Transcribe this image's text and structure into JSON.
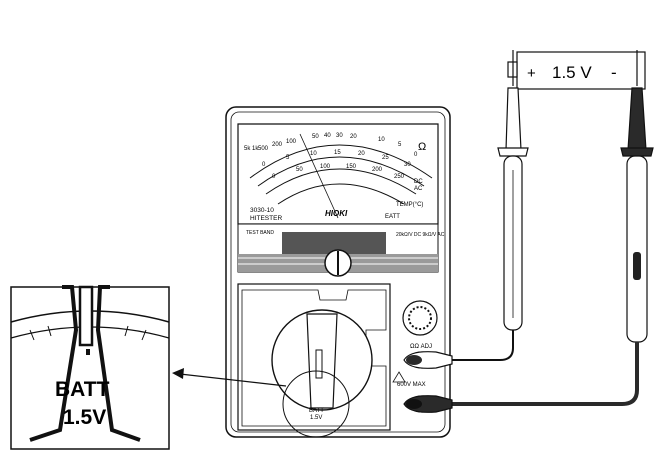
{
  "battery_label": {
    "plus": "+",
    "voltage": "1.5 V",
    "minus": "-"
  },
  "meter": {
    "brand": "HIOKI",
    "model": "3030-10",
    "model_name": "HITESTER",
    "scale_omega": "Ω",
    "scale_top_left": "5k 1k",
    "scale_row1": [
      "500",
      "200",
      "100",
      "50",
      "40",
      "30",
      "20",
      "10",
      "5",
      "0"
    ],
    "scale_row2": [
      "0",
      "5",
      "10",
      "15",
      "20",
      "25",
      "30"
    ],
    "scale_row3": [
      "0",
      "50",
      "100",
      "150",
      "200",
      "250"
    ],
    "scale_temp": "TEMP(°C)",
    "scale_dc": "DC",
    "scale_ac": "AC",
    "scale_batt": "EATT",
    "volt_note": "20kΩ/V DC\n9kΩ/V AC",
    "test_band_label": "TEST BAND",
    "knob_labels": {
      "zero_adj": "ΩΩ ADJ",
      "max": "600V\nMAX"
    },
    "dial_batt": "BATT",
    "dial_voltage": "1.5V"
  },
  "zoom": {
    "batt": "BATT",
    "voltage": "1.5V"
  },
  "colors": {
    "line": "#111111",
    "paper": "#ffffff",
    "gray": "#9a9a9a",
    "lead": "#2a2a2a"
  }
}
